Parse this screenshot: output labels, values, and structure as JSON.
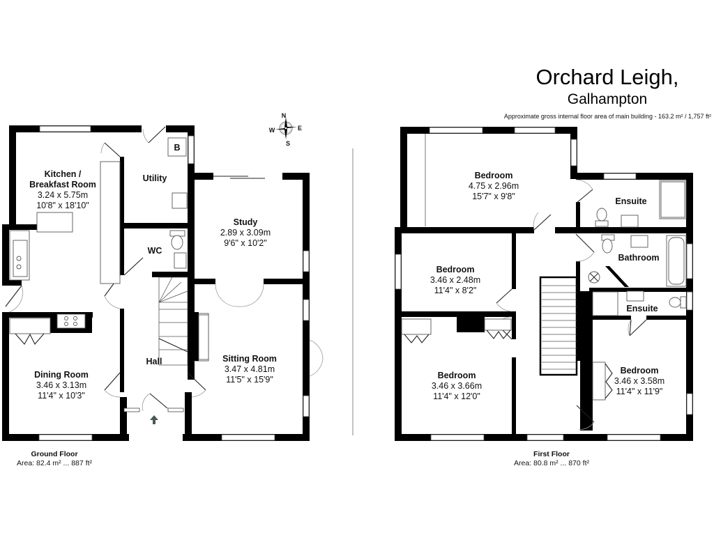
{
  "header": {
    "title": "Orchard Leigh,",
    "subtitle": "Galhampton",
    "gross_area": "Approximate gross internal floor area of main building  -  163.2 m² / 1,757 ft²"
  },
  "compass": {
    "n": "N",
    "e": "E",
    "s": "S",
    "w": "W"
  },
  "ground_floor": {
    "label": "Ground Floor",
    "area": "Area: 82.4 m² ... 887 ft²",
    "boiler_label": "B",
    "rooms": [
      {
        "name_line1": "Kitchen /",
        "name_line2": "Breakfast Room",
        "metric": "3.24 x 5.75m",
        "imperial": "10'8\" x 18'10\""
      },
      {
        "name": "Utility"
      },
      {
        "name": "WC"
      },
      {
        "name": "Study",
        "metric": "2.89 x 3.09m",
        "imperial": "9'6\" x 10'2\""
      },
      {
        "name": "Dining Room",
        "metric": "3.46 x 3.13m",
        "imperial": "11'4\" x 10'3\""
      },
      {
        "name": "Hall"
      },
      {
        "name": "Sitting Room",
        "metric": "3.47 x 4.81m",
        "imperial": "11'5\" x 15'9\""
      }
    ]
  },
  "first_floor": {
    "label": "First Floor",
    "area": "Area: 80.8 m² ... 870 ft²",
    "rooms": [
      {
        "name": "Bedroom",
        "metric": "4.75 x 2.96m",
        "imperial": "15'7\" x 9'8\""
      },
      {
        "name": "Ensuite"
      },
      {
        "name": "Bathroom"
      },
      {
        "name": "Bedroom",
        "metric": "3.46 x 2.48m",
        "imperial": "11'4\" x 8'2\""
      },
      {
        "name": "Ensuite"
      },
      {
        "name": "Bedroom",
        "metric": "3.46 x 3.66m",
        "imperial": "11'4\" x 12'0\""
      },
      {
        "name": "Bedroom",
        "metric": "3.46 x 3.58m",
        "imperial": "11'4\" x 11'9\""
      }
    ]
  }
}
